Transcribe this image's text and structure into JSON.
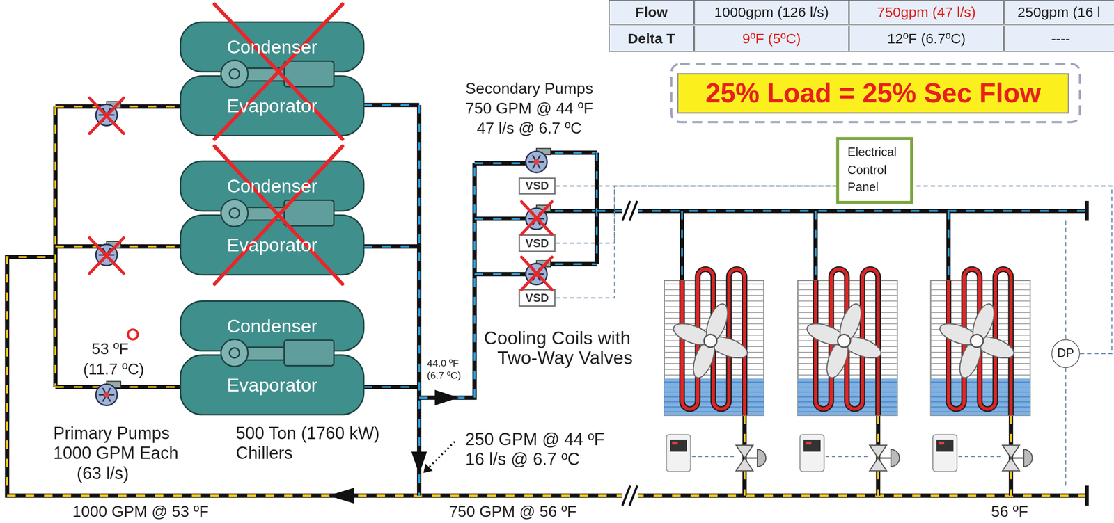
{
  "diagram": {
    "nodes": [
      {
        "text": [
          "25% Load = 25% Sec Flow"
        ]
      },
      {
        "text": [
          "Condenser"
        ]
      },
      {
        "text": [
          "Evaporator"
        ]
      },
      {
        "text": [
          "Condenser"
        ]
      },
      {
        "text": [
          "Evaporator"
        ]
      },
      {
        "text": [
          "Condenser"
        ]
      },
      {
        "text": [
          "Evaporator"
        ]
      },
      {
        "text": [
          "VSD"
        ]
      },
      {
        "text": [
          "VSD"
        ]
      },
      {
        "text": [
          "VSD"
        ]
      },
      {
        "text": [
          "Electrical Control Panel"
        ]
      },
      {
        "text": [
          "DP"
        ]
      }
    ],
    "edges": [
      {
        "from": 7,
        "to": 10,
        "arrow": "none"
      },
      {
        "from": 8,
        "to": 10,
        "arrow": "none"
      },
      {
        "from": 9,
        "to": 10,
        "arrow": "none"
      },
      {
        "from": 11,
        "to": 10,
        "arrow": "none"
      }
    ],
    "labels": [
      "Flow",
      "1000gpm (126 l/s)",
      "750gpm (47 l/s)",
      "250gpm (16 l",
      "Delta T",
      "9ºF (5ºC)",
      "12ºF (6.7ºC)",
      "----",
      "Secondary Pumps",
      "750 GPM @ 44 ºF",
      "47 l/s @ 6.7 ºC",
      "44.0 ºF",
      "(6.7 ºC)",
      "Cooling Coils with",
      "Two-Way Valves",
      "53 ºF",
      "(11.7 ºC)",
      "Primary Pumps",
      "1000 GPM Each",
      "(63 l/s)",
      "500 Ton (1760 kW)",
      "Chillers",
      "250 GPM @ 44 ºF",
      "16 l/s @ 6.7 ºC",
      "1000 GPM @ 53 ºF",
      "750 GPM @ 56 ºF",
      "56 ºF"
    ]
  }
}
